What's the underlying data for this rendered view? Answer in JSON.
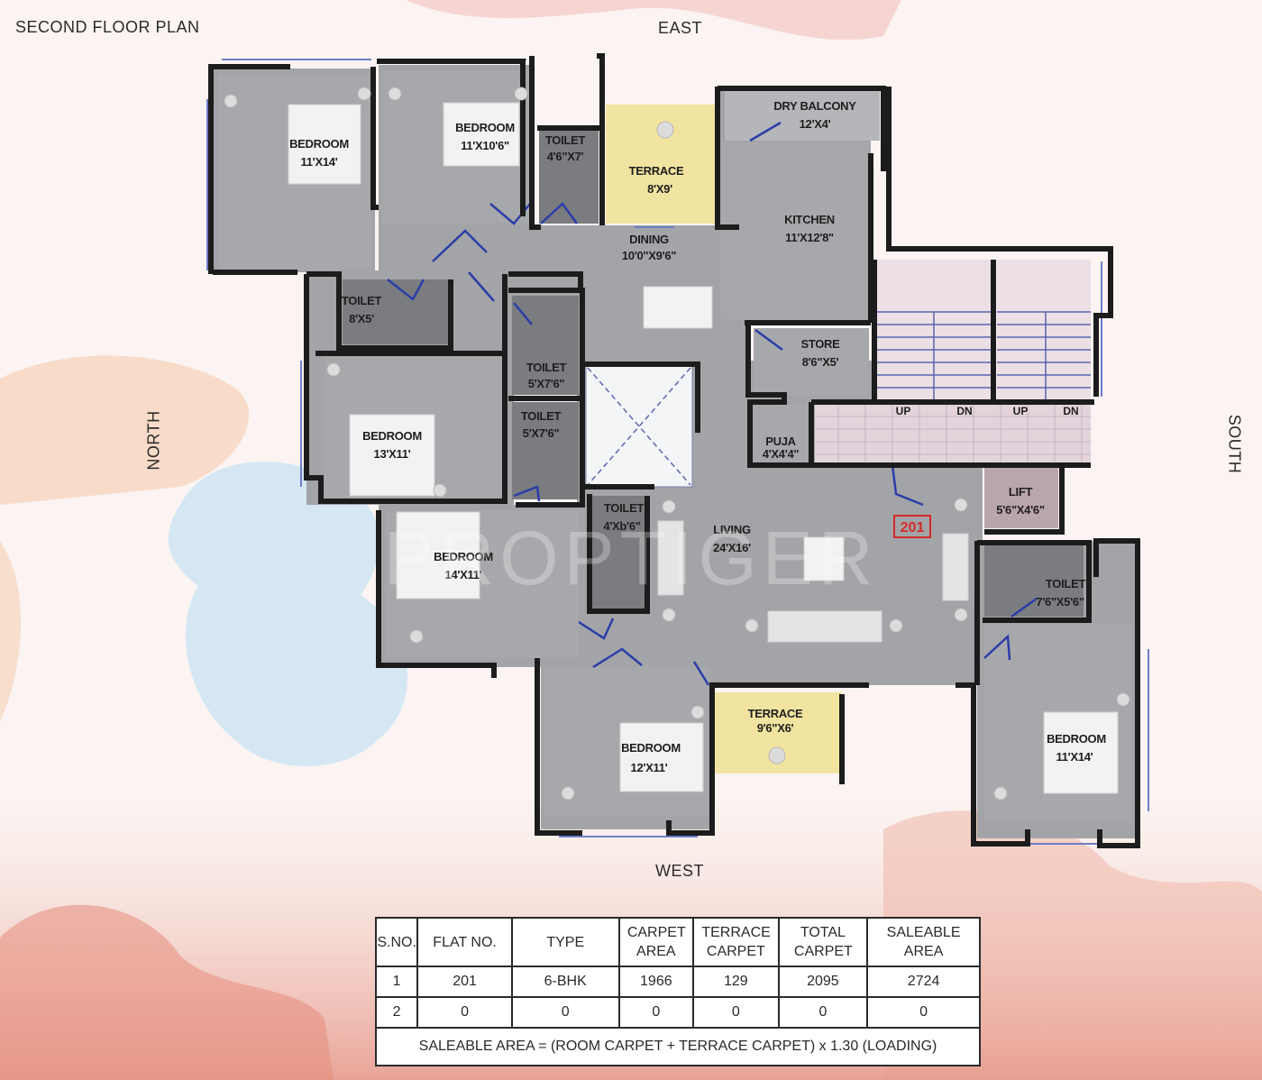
{
  "title": "SECOND FLOOR PLAN",
  "directions": {
    "east": "EAST",
    "west": "WEST",
    "north": "NORTH",
    "south": "SOUTH"
  },
  "watermark": "PROPTIGER",
  "flat_number": "201",
  "rooms": {
    "bedroom_nw": {
      "name": "BEDROOM",
      "size": "11'X14'"
    },
    "bedroom_n2": {
      "name": "BEDROOM",
      "size": "11'X10'6\""
    },
    "toilet_n": {
      "name": "TOILET",
      "size": "4'6\"X7'"
    },
    "terrace_e": {
      "name": "TERRACE",
      "size": "8'X9'"
    },
    "dry_balcony": {
      "name": "DRY BALCONY",
      "size": "12'X4'"
    },
    "kitchen": {
      "name": "KITCHEN",
      "size": "11'X12'8\""
    },
    "dining": {
      "name": "DINING",
      "size": "10'0\"X9'6\""
    },
    "toilet_small": {
      "name": "TOILET",
      "size": "8'X5'"
    },
    "toilet_c1": {
      "name": "TOILET",
      "size": "5'X7'6\""
    },
    "toilet_c2": {
      "name": "TOILET",
      "size": "5'X7'6\""
    },
    "store": {
      "name": "STORE",
      "size": "8'6\"X5'"
    },
    "bedroom_mid": {
      "name": "BEDROOM",
      "size": "13'X11'"
    },
    "puja": {
      "name": "PUJA",
      "size": "4'X4'4\""
    },
    "lift": {
      "name": "LIFT",
      "size": "5'6\"X4'6\""
    },
    "bedroom_sw": {
      "name": "BEDROOM",
      "size": "14'X11'"
    },
    "toilet_living": {
      "name": "TOILET",
      "size": "4'Xb'6\""
    },
    "living": {
      "name": "LIVING",
      "size": "24'X16'"
    },
    "toilet_se": {
      "name": "TOILET",
      "size": "7'6\"X5'6\""
    },
    "terrace_w": {
      "name": "TERRACE",
      "size": "9'6\"X6'"
    },
    "bedroom_w": {
      "name": "BEDROOM",
      "size": "12'X11'"
    },
    "bedroom_se": {
      "name": "BEDROOM",
      "size": "11'X14'"
    }
  },
  "stairs": [
    "UP",
    "DN",
    "UP",
    "DN"
  ],
  "colors": {
    "floor": "#a3a4a7",
    "wall": "#1c1c1c",
    "terrace": "#f1e4a0",
    "toilet": "#7b7c80",
    "door": "#2b3da8",
    "lift": "#b9a6ad",
    "accent_red": "#d42a2a"
  },
  "table": {
    "headers": [
      "S.NO.",
      "FLAT NO.",
      "TYPE",
      "CARPET AREA",
      "TERRACE CARPET",
      "TOTAL CARPET",
      "SALEABLE AREA"
    ],
    "rows": [
      [
        "1",
        "201",
        "6-BHK",
        "1966",
        "129",
        "2095",
        "2724"
      ],
      [
        "2",
        "0",
        "0",
        "0",
        "0",
        "0",
        "0"
      ]
    ],
    "note": "SALEABLE AREA = (ROOM CARPET + TERRACE CARPET) x 1.30 (LOADING)"
  }
}
